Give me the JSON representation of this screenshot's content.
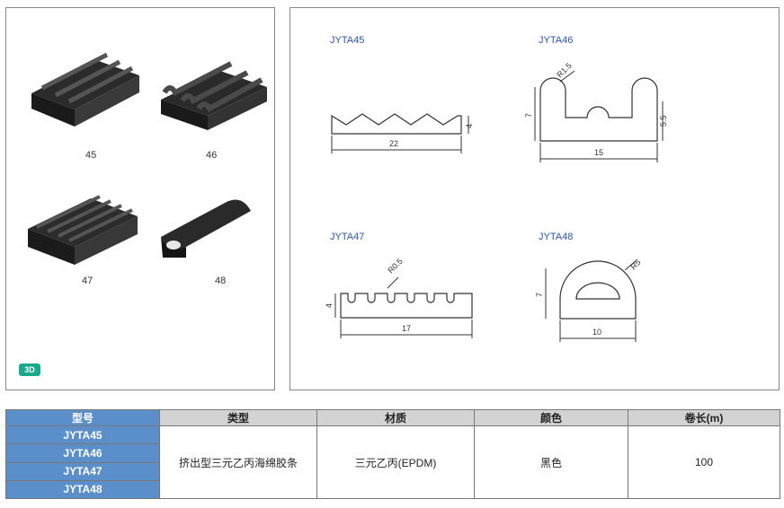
{
  "three_d": {
    "labels": [
      "45",
      "46",
      "47",
      "48"
    ],
    "badge": "3D"
  },
  "drawings": {
    "jyta45": {
      "title": "JYTA45",
      "width": "22",
      "height": "4"
    },
    "jyta46": {
      "title": "JYTA46",
      "radius": "R1.5",
      "height": "7",
      "inner_height": "5.5",
      "width": "15"
    },
    "jyta47": {
      "title": "JYTA47",
      "radius": "R0.5",
      "height": "4",
      "width": "17"
    },
    "jyta48": {
      "title": "JYTA48",
      "radius": "R5",
      "height": "7",
      "width": "10"
    }
  },
  "table": {
    "headers": [
      "型号",
      "类型",
      "材质",
      "颜色",
      "卷长(m)"
    ],
    "models": [
      "JYTA45",
      "JYTA46",
      "JYTA47",
      "JYTA48"
    ],
    "type": "挤出型三元乙丙海绵胶条",
    "material": "三元乙丙(EPDM)",
    "color": "黑色",
    "roll_length": "100"
  },
  "colors": {
    "header_blue": "#5b8fc9",
    "header_gray": "#d3d3d3",
    "badge_green": "#19a98c",
    "title_blue": "#2b55a8"
  }
}
